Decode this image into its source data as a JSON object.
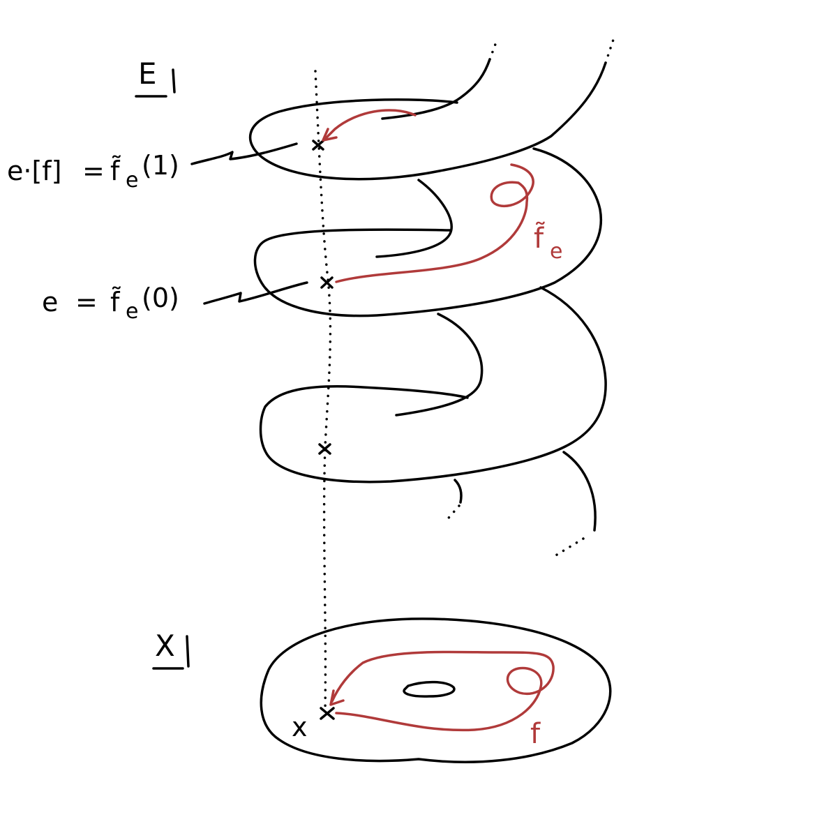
{
  "space_labels": {
    "total_space": "E",
    "base_space": "X"
  },
  "point_labels": {
    "endpoint_equation": "e·[f] = f̃e(1)",
    "endpoint_lhs": "e·[f]",
    "endpoint_eq": "=",
    "endpoint_rhs_f": "f̃",
    "endpoint_rhs_sub": "e",
    "endpoint_rhs_arg": "(1)",
    "start_lhs": "e",
    "start_eq": "=",
    "start_rhs_f": "f̃",
    "start_rhs_sub": "e",
    "start_rhs_arg": "(0)",
    "base_point": "x"
  },
  "path_labels": {
    "lifted_path_f": "f̃",
    "lifted_path_sub": "e",
    "base_path": "f"
  },
  "colors": {
    "ink": "#000000",
    "path": "#b03a3a",
    "background": "#ffffff"
  }
}
